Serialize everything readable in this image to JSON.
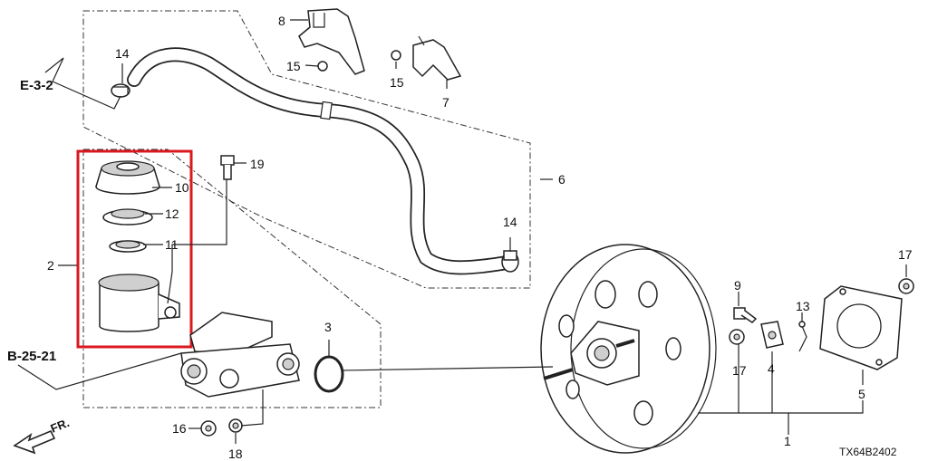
{
  "parts": {
    "p1": "1",
    "p2": "2",
    "p3": "3",
    "p4": "4",
    "p5": "5",
    "p6": "6",
    "p7": "7",
    "p8": "8",
    "p9": "9",
    "p10": "10",
    "p11": "11",
    "p12": "12",
    "p13": "13",
    "p14a": "14",
    "p14b": "14",
    "p15a": "15",
    "p15b": "15",
    "p16": "16",
    "p17a": "17",
    "p17b": "17",
    "p18": "18",
    "p19": "19"
  },
  "refs": {
    "e32": "E-3-2",
    "b2521": "B-25-21"
  },
  "direction": "FR.",
  "diagram_code": "TX64B2402",
  "colors": {
    "highlight": "#d9191f",
    "line": "#222222"
  }
}
